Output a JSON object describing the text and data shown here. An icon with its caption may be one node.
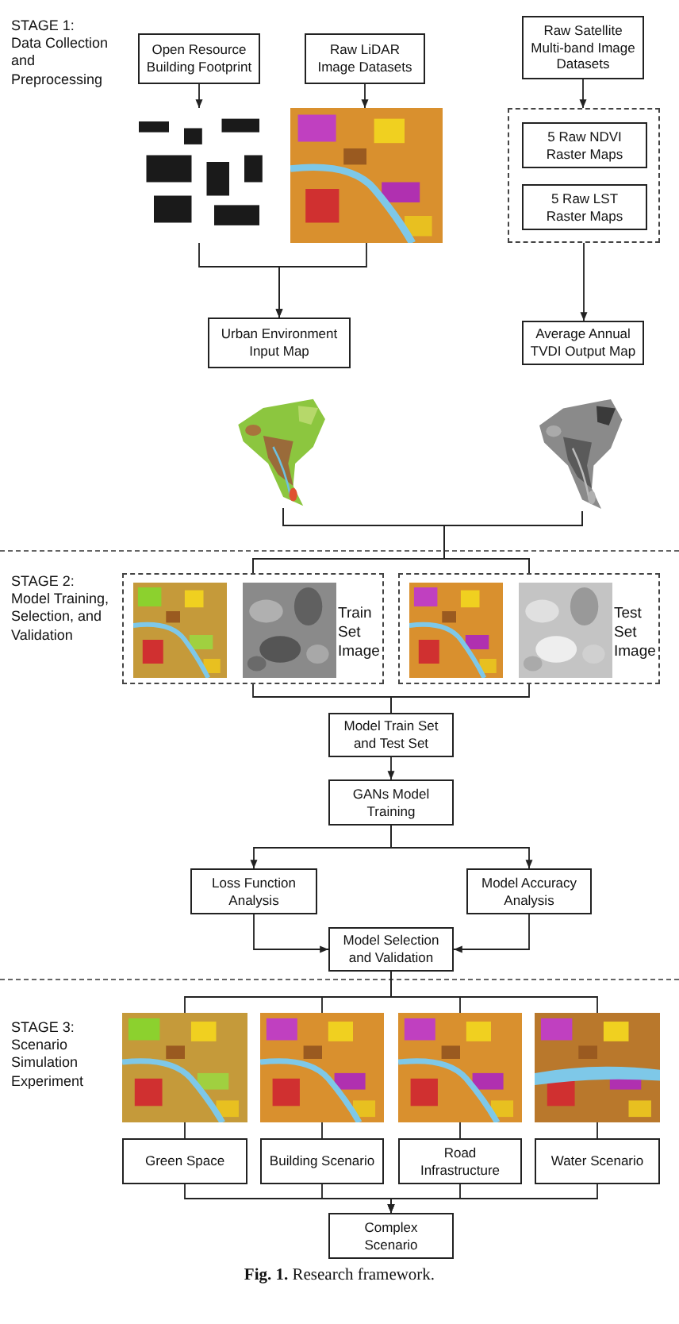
{
  "diagram": {
    "caption": "**Fig. 1.** Research framework.",
    "nodes": [
      {
        "text": [
          "Open Resource Building Footprint"
        ]
      },
      {
        "text": [
          "Raw LiDAR Image Datasets"
        ]
      },
      {
        "text": [
          "Raw Satellite Multi-band Image Datasets"
        ]
      },
      {
        "text": [],
        "shape": "picture"
      },
      {
        "text": [],
        "shape": "picture"
      },
      {
        "text": [],
        "shape": "box"
      },
      {
        "text": [
          "5 Raw NDVI Raster Maps"
        ],
        "in": 5
      },
      {
        "text": [
          "5 Raw LST Raster Maps"
        ],
        "in": 5
      },
      {
        "text": [
          "Urban Environment Input Map"
        ]
      },
      {
        "text": [
          "Average Annual TVDI Output Map"
        ]
      },
      {
        "text": [],
        "shape": "picture"
      },
      {
        "text": [],
        "shape": "picture"
      },
      {
        "text": [
          "Train Set Image"
        ]
      },
      {
        "text": [],
        "shape": "picture",
        "in": 12
      },
      {
        "text": [],
        "shape": "picture",
        "in": 12
      },
      {
        "text": [
          "Test Set Image"
        ]
      },
      {
        "text": [],
        "shape": "picture",
        "in": 15
      },
      {
        "text": [],
        "shape": "picture",
        "in": 15
      },
      {
        "text": [
          "Model Train Set and Test Set"
        ]
      },
      {
        "text": [
          "GANs Model Training"
        ]
      },
      {
        "text": [
          "Loss Function Analysis"
        ]
      },
      {
        "text": [
          "Model Accuracy Analysis"
        ]
      },
      {
        "text": [
          "Model Selection and Validation"
        ]
      },
      {
        "text": [],
        "shape": "picture"
      },
      {
        "text": [],
        "shape": "picture"
      },
      {
        "text": [],
        "shape": "picture"
      },
      {
        "text": [],
        "shape": "picture"
      },
      {
        "text": [
          "Green Space"
        ]
      },
      {
        "text": [
          "Building Scenario"
        ]
      },
      {
        "text": [
          "Road Infrastructure"
        ]
      },
      {
        "text": [
          "Water Scenario"
        ]
      },
      {
        "text": [
          "Complex Scenario"
        ]
      }
    ],
    "edges": [
      {
        "from": 0,
        "to": 3,
        "arrow": "to"
      },
      {
        "from": 1,
        "to": 4,
        "arrow": "to"
      },
      {
        "from": 2,
        "to": 5,
        "arrow": "to"
      },
      {
        "from": 3,
        "to": 8,
        "arrow": "to"
      },
      {
        "from": 4,
        "to": 8,
        "arrow": "to"
      },
      {
        "from": 5,
        "to": 9,
        "arrow": "to"
      },
      {
        "from": 10,
        "to": 12,
        "arrow": "none"
      },
      {
        "from": 10,
        "to": 15,
        "arrow": "none"
      },
      {
        "from": 11,
        "to": 12,
        "arrow": "none"
      },
      {
        "from": 11,
        "to": 15,
        "arrow": "none"
      },
      {
        "from": 12,
        "to": 18,
        "arrow": "none"
      },
      {
        "from": 15,
        "to": 18,
        "arrow": "none"
      },
      {
        "from": 18,
        "to": 19,
        "arrow": "to"
      },
      {
        "from": 19,
        "to": 20,
        "arrow": "to"
      },
      {
        "from": 19,
        "to": 21,
        "arrow": "to"
      },
      {
        "from": 20,
        "to": 22,
        "arrow": "to"
      },
      {
        "from": 21,
        "to": 22,
        "arrow": "to"
      },
      {
        "from": 22,
        "to": 23,
        "arrow": "none"
      },
      {
        "from": 22,
        "to": 24,
        "arrow": "none"
      },
      {
        "from": 22,
        "to": 25,
        "arrow": "none"
      },
      {
        "from": 22,
        "to": 26,
        "arrow": "none"
      },
      {
        "from": 23,
        "to": 27,
        "arrow": "none"
      },
      {
        "from": 24,
        "to": 28,
        "arrow": "none"
      },
      {
        "from": 25,
        "to": 29,
        "arrow": "none"
      },
      {
        "from": 26,
        "to": 30,
        "arrow": "none"
      },
      {
        "from": 27,
        "to": 31,
        "arrow": "to"
      },
      {
        "from": 28,
        "to": 31,
        "arrow": "to"
      },
      {
        "from": 29,
        "to": 31,
        "arrow": "to"
      },
      {
        "from": 30,
        "to": 31,
        "arrow": "to"
      }
    ],
    "labels": [
      "STAGE 1:",
      "Data Collection and Preprocessing",
      "STAGE 2:",
      "Model Training, Selection, and Validation",
      "STAGE 3:",
      "Scenario Simulation Experiment"
    ]
  }
}
